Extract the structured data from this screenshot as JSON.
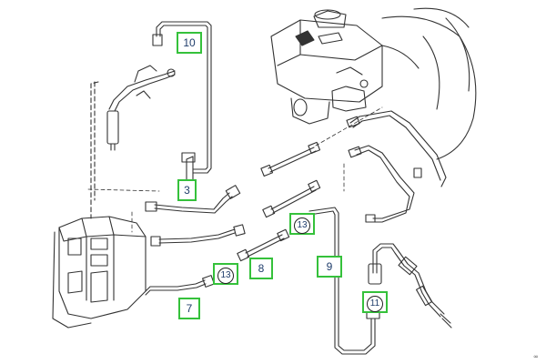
{
  "diagram": {
    "line_color": "#333333",
    "callout_border_color": "#35c13b",
    "callout_text_color": "#1f3d6b",
    "corner_mark": "∞"
  },
  "callouts": [
    {
      "id": "10",
      "label": "10",
      "circled": false
    },
    {
      "id": "3",
      "label": "3",
      "circled": false
    },
    {
      "id": "13a",
      "label": "13",
      "circled": true
    },
    {
      "id": "8",
      "label": "8",
      "circled": false
    },
    {
      "id": "13b",
      "label": "13",
      "circled": true
    },
    {
      "id": "7",
      "label": "7",
      "circled": false
    },
    {
      "id": "9",
      "label": "9",
      "circled": false
    },
    {
      "id": "11",
      "label": "11",
      "circled": true
    }
  ]
}
